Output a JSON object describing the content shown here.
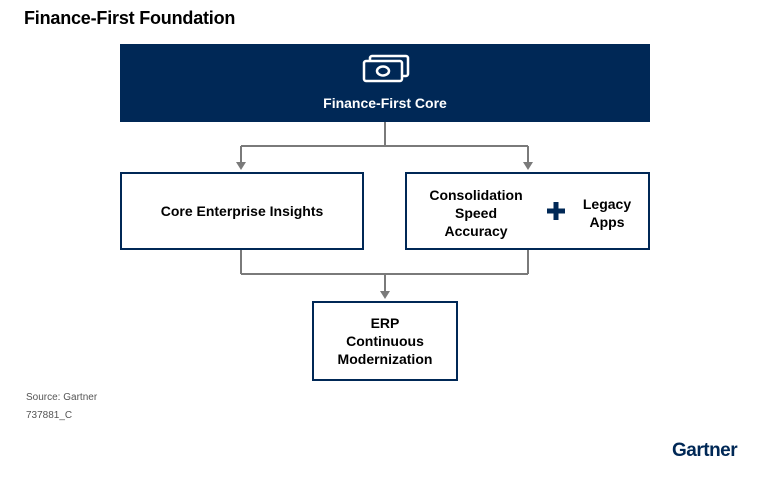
{
  "title": "Finance-First Foundation",
  "core": {
    "label": "Finance-First Core",
    "icon": "money-icon"
  },
  "middle": {
    "left_box": "Core Enterprise Insights",
    "right_box_lines": [
      "Consolidation",
      "Speed",
      "Accuracy"
    ],
    "plus_icon": "plus-icon",
    "legacy_lines": [
      "Legacy",
      "Apps"
    ]
  },
  "bottom": {
    "lines": [
      "ERP",
      "Continuous",
      "Modernization"
    ]
  },
  "footer": {
    "source": "Source: Gartner",
    "doc_id": "737881_C",
    "brand": "Gartner"
  },
  "colors": {
    "navy": "#002856",
    "connector": "#7a7a7a",
    "text": "#000000"
  }
}
